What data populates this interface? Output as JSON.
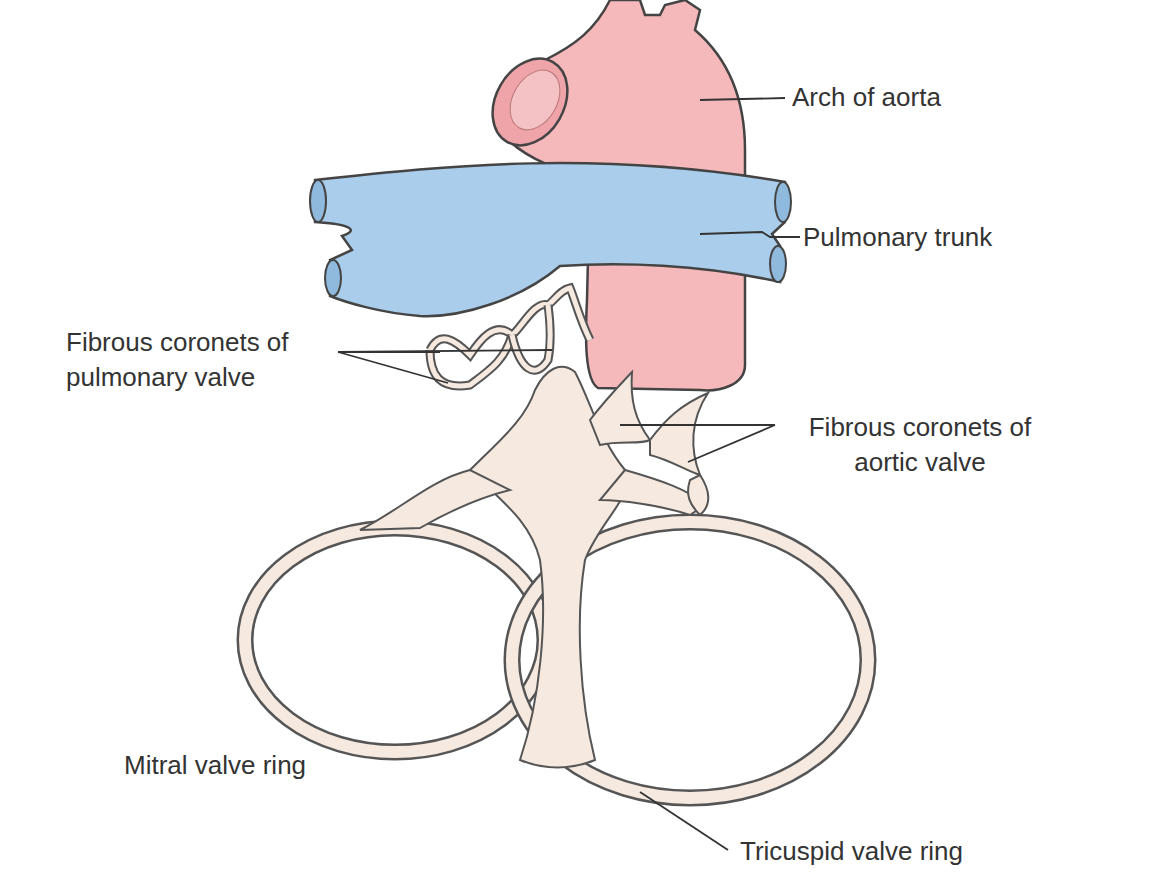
{
  "diagram": {
    "labels": [
      "Arch of aorta",
      "Pulmonary trunk",
      "Fibrous coronets of pulmonary valve",
      "Fibrous coronets of aortic valve",
      "Mitral valve ring",
      "Tricuspid valve ring"
    ]
  }
}
